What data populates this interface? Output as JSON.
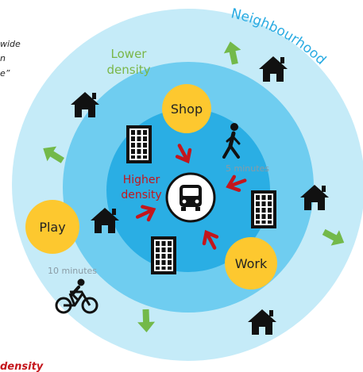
{
  "quote": {
    "line1": "wide",
    "line2": "n",
    "line3": "e”"
  },
  "rings": {
    "outer_label": "Neighbourhood",
    "middle_label_1": "Lower",
    "middle_label_2": "density",
    "inner_label_1": "Higher",
    "inner_label_2": "density"
  },
  "places": {
    "shop": "Shop",
    "play": "Play",
    "work": "Work"
  },
  "times": {
    "walk": "5 minutes",
    "bike": "10 minutes"
  },
  "footer": {
    "partial_text": "density"
  },
  "colors": {
    "outer_ring": "#c5ebf8",
    "middle_ring": "#6fcdf0",
    "inner_ring": "#2aaee4",
    "accent_yellow": "#fdc82f",
    "green_arrow": "#73b94a",
    "red_arrow": "#c4161c",
    "neighbourhood_text": "#29abe2",
    "lower_density_text": "#7ab648",
    "minutes_text": "#8a9ba5"
  },
  "icons": [
    "house-icon",
    "building-icon",
    "bus-icon",
    "walking-person-icon",
    "cyclist-icon",
    "green-arrow-icon",
    "red-arrow-icon"
  ]
}
